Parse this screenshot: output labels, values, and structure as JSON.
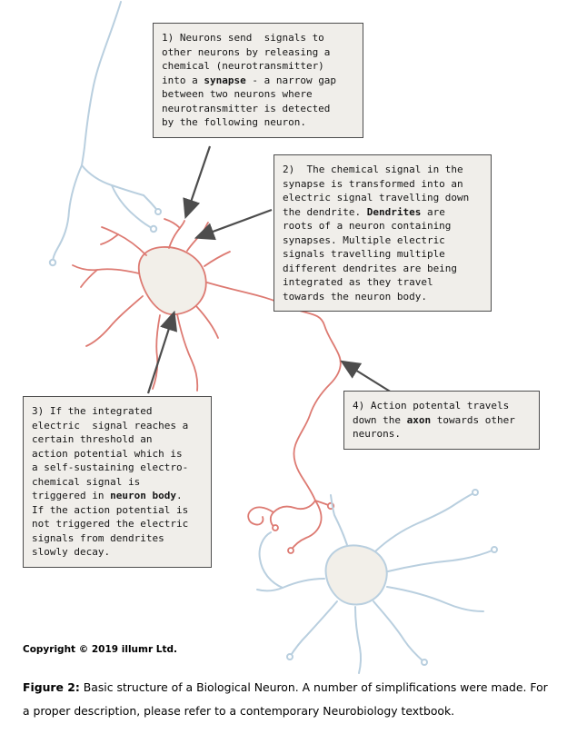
{
  "colors": {
    "neuron_red": "#dd7a72",
    "neuron_blue": "#b9cfdf",
    "soma_fill": "#f2efe9",
    "box_background": "#f0eeea",
    "box_border": "#4d4d4d",
    "arrow": "#4d4d4d"
  },
  "boxes": [
    {
      "id": "1",
      "segments": [
        {
          "text": "1) Neurons send  signals to\nother neurons by releasing a\nchemical (neurotransmitter)\ninto a ",
          "bold": false
        },
        {
          "text": "synapse",
          "bold": true
        },
        {
          "text": " - a narrow gap\nbetween two neurons where\nneurotransmitter is detected\nby the following neuron.",
          "bold": false
        }
      ]
    },
    {
      "id": "2",
      "segments": [
        {
          "text": "2)  The chemical signal in the\nsynapse is transformed into an\nelectric signal travelling down\nthe dendrite. ",
          "bold": false
        },
        {
          "text": "Dendrites",
          "bold": true
        },
        {
          "text": " are\nroots of a neuron containing\nsynapses. Multiple electric\nsignals travelling multiple\ndifferent dendrites are being\nintegrated as they travel\ntowards the neuron body.",
          "bold": false
        }
      ]
    },
    {
      "id": "3",
      "segments": [
        {
          "text": "3) If the integrated\nelectric  signal reaches a\ncertain threshold an\naction potential which is\na self-sustaining electro-\nchemical signal is\ntriggered in ",
          "bold": false
        },
        {
          "text": "neuron body",
          "bold": true
        },
        {
          "text": ".\nIf the action potential is\nnot triggered the electric\nsignals from dendrites\nslowly decay.",
          "bold": false
        }
      ]
    },
    {
      "id": "4",
      "segments": [
        {
          "text": "4) Action potental travels\ndown the ",
          "bold": false
        },
        {
          "text": "axon",
          "bold": true
        },
        {
          "text": " towards other\nneurons.",
          "bold": false
        }
      ]
    }
  ],
  "copyright": "Copyright © 2019 illumr Ltd.",
  "caption": {
    "label": "Figure 2:",
    "text": " Basic structure of a Biological Neuron. A number of simplifications were made. For a proper description, please refer to a contemporary Neurobiology textbook."
  }
}
